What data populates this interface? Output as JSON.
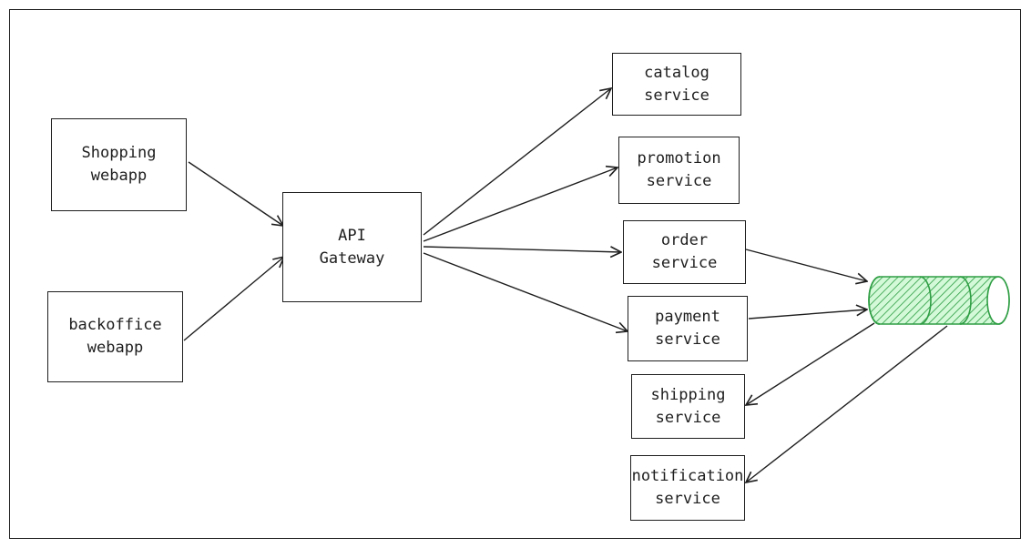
{
  "clients": {
    "shopping": {
      "line1": "Shopping",
      "line2": "webapp"
    },
    "backoffice": {
      "line1": "backoffice",
      "line2": "webapp"
    }
  },
  "gateway": {
    "line1": "API",
    "line2": "Gateway"
  },
  "services": {
    "catalog": {
      "line1": "catalog",
      "line2": "service"
    },
    "promotion": {
      "line1": "promotion",
      "line2": "service"
    },
    "order": {
      "line1": "order",
      "line2": "service"
    },
    "payment": {
      "line1": "payment",
      "line2": "service"
    },
    "shipping": {
      "line1": "shipping",
      "line2": "service"
    },
    "notification": {
      "line1": "notification",
      "line2": "service"
    }
  },
  "queue": {
    "color": "#2f9e44",
    "fill": "#b2f2bb",
    "icon": "message-queue-cylinder"
  },
  "edges": [
    {
      "from": "shopping",
      "to": "gateway"
    },
    {
      "from": "backoffice",
      "to": "gateway"
    },
    {
      "from": "gateway",
      "to": "catalog"
    },
    {
      "from": "gateway",
      "to": "promotion"
    },
    {
      "from": "gateway",
      "to": "order"
    },
    {
      "from": "gateway",
      "to": "payment"
    },
    {
      "from": "order",
      "to": "queue"
    },
    {
      "from": "payment",
      "to": "queue"
    },
    {
      "from": "queue",
      "to": "shipping"
    },
    {
      "from": "queue",
      "to": "notification"
    }
  ]
}
